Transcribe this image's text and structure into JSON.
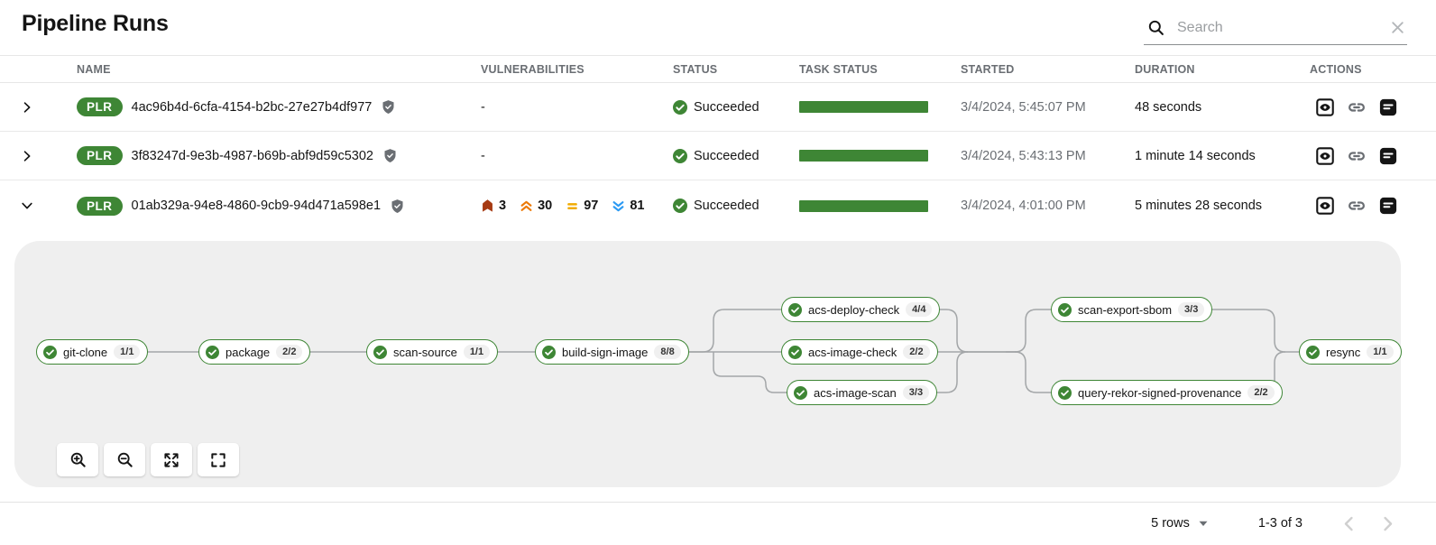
{
  "page": {
    "title": "Pipeline Runs"
  },
  "search": {
    "placeholder": "Search"
  },
  "table": {
    "columns": {
      "name": "NAME",
      "vulnerabilities": "VULNERABILITIES",
      "status": "STATUS",
      "task_status": "TASK STATUS",
      "started": "STARTED",
      "duration": "DURATION",
      "actions": "ACTIONS"
    },
    "rows": [
      {
        "badge": "PLR",
        "name": "4ac96b4d-6cfa-4154-b2bc-27e27b4df977",
        "vulnerabilities": "-",
        "status": "Succeeded",
        "started": "3/4/2024, 5:45:07 PM",
        "duration": "48 seconds",
        "expanded": false
      },
      {
        "badge": "PLR",
        "name": "3f83247d-9e3b-4987-b69b-abf9d59c5302",
        "vulnerabilities": "-",
        "status": "Succeeded",
        "started": "3/4/2024, 5:43:13 PM",
        "duration": "1 minute 14 seconds",
        "expanded": false
      },
      {
        "badge": "PLR",
        "name": "01ab329a-94e8-4860-9cb9-94d471a598e1",
        "vulnerabilities": {
          "critical": "3",
          "high": "30",
          "medium": "97",
          "low": "81"
        },
        "status": "Succeeded",
        "started": "3/4/2024, 4:01:00 PM",
        "duration": "5 minutes 28 seconds",
        "expanded": true
      }
    ]
  },
  "pipeline_graph": {
    "tasks": [
      {
        "name": "git-clone",
        "badge": "1/1",
        "status": "Succeeded"
      },
      {
        "name": "package",
        "badge": "2/2",
        "status": "Succeeded"
      },
      {
        "name": "scan-source",
        "badge": "1/1",
        "status": "Succeeded"
      },
      {
        "name": "build-sign-image",
        "badge": "8/8",
        "status": "Succeeded"
      },
      {
        "name": "acs-deploy-check",
        "badge": "4/4",
        "status": "Succeeded"
      },
      {
        "name": "acs-image-check",
        "badge": "2/2",
        "status": "Succeeded"
      },
      {
        "name": "acs-image-scan",
        "badge": "3/3",
        "status": "Succeeded"
      },
      {
        "name": "scan-export-sbom",
        "badge": "3/3",
        "status": "Succeeded"
      },
      {
        "name": "query-rekor-signed-provenance",
        "badge": "2/2",
        "status": "Succeeded"
      },
      {
        "name": "resync",
        "badge": "1/1",
        "status": "Succeeded"
      }
    ]
  },
  "pagination": {
    "rows_per_page": "5 rows",
    "range_label": "1-3 of 3"
  },
  "icons": {
    "search": "magnifier",
    "clear": "x-mark",
    "expand": "chevron-right",
    "collapse": "chevron-down",
    "signed": "shield-check",
    "succeeded": "check-circle",
    "critical": "red-banner",
    "high": "double-chevron-up",
    "medium": "equals-bars",
    "low": "double-chevron-down",
    "output": "eye-in-square",
    "link": "chain-link",
    "logs": "list-in-square",
    "zoom_in": "magnifier-plus",
    "zoom_out": "magnifier-minus",
    "fit": "arrows-out",
    "fullscreen": "corner-brackets",
    "rows_caret": "caret-down",
    "prev": "angle-left",
    "next": "angle-right"
  },
  "colors": {
    "success_green": "#3E8635",
    "badge_green": "#3E8635",
    "task_bar_green": "#3E8635",
    "critical": "#A63A12",
    "high": "#EC7A08",
    "medium": "#F0AB00",
    "low": "#2B9AF3",
    "panel_bg": "#efefef",
    "edge_gray": "#a3a6a8"
  }
}
